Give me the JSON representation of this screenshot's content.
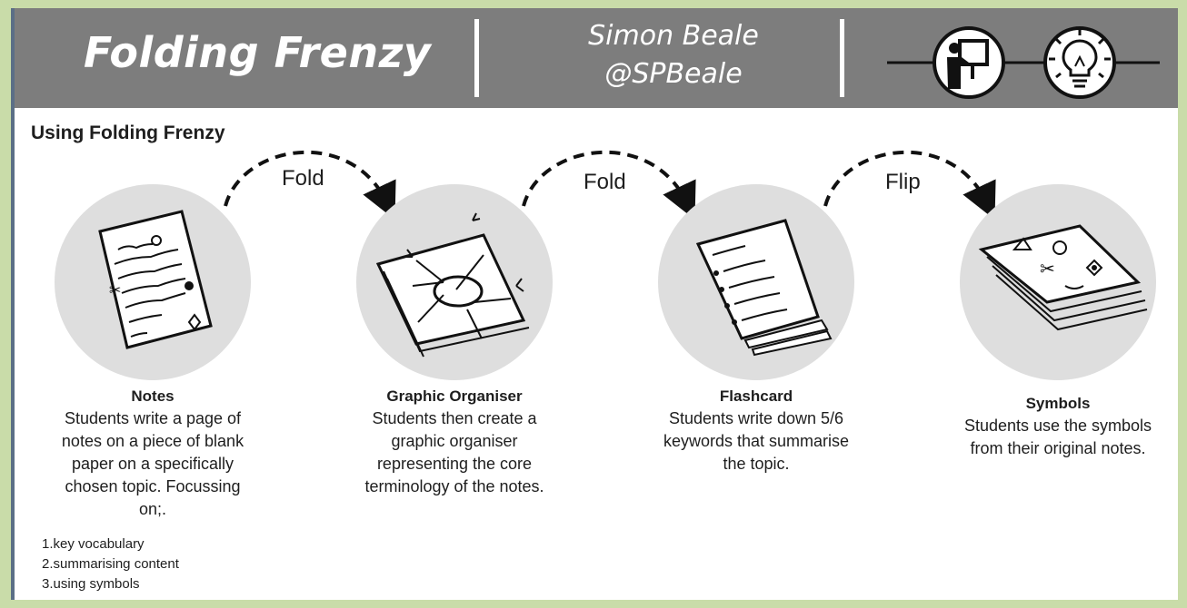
{
  "header": {
    "title": "Folding Frenzy",
    "author_name": "Simon Beale",
    "author_handle": "@SPBeale",
    "icons": [
      "teacher-at-board-icon",
      "lightbulb-icon"
    ]
  },
  "section_title": "Using Folding Frenzy",
  "transitions": [
    "Fold",
    "Fold",
    "Flip"
  ],
  "steps": [
    {
      "name": "Notes",
      "icon": "notes-page-icon",
      "description": "Students write a page of notes on a piece of blank paper on a specifically chosen topic. Focussing on;.",
      "list": [
        "1.key vocabulary",
        "2.summarising content",
        "3.using symbols"
      ]
    },
    {
      "name": "Graphic Organiser",
      "icon": "graphic-organiser-icon",
      "description": "Students then create a graphic organiser representing the core terminology of the notes."
    },
    {
      "name": "Flashcard",
      "icon": "flashcard-icon",
      "description": "Students write down 5/6 keywords that summarise the topic."
    },
    {
      "name": "Symbols",
      "icon": "symbols-page-icon",
      "description": "Students use the symbols from their original notes."
    }
  ],
  "colors": {
    "banner": "#7d7d7d",
    "circle": "#dedede",
    "background": "#c9dca9"
  }
}
